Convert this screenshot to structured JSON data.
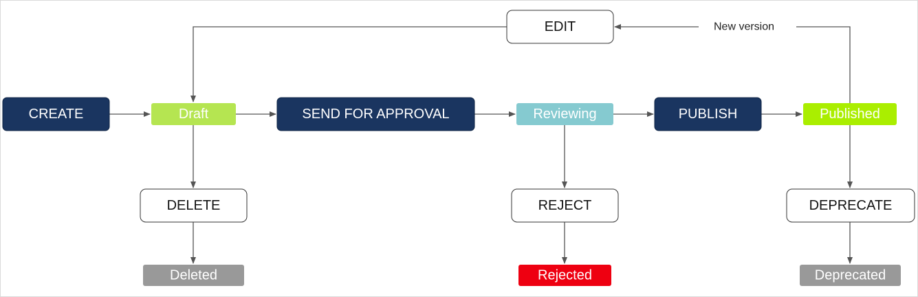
{
  "nodes": {
    "create": {
      "label": "CREATE"
    },
    "draft": {
      "label": "Draft",
      "color": "#b5e551"
    },
    "send_for_approval": {
      "label": "SEND FOR APPROVAL"
    },
    "reviewing": {
      "label": "Reviewing",
      "color": "#85cad0"
    },
    "publish": {
      "label": "PUBLISH"
    },
    "published": {
      "label": "Published",
      "color": "#aaee00"
    },
    "edit": {
      "label": "EDIT"
    },
    "delete": {
      "label": "DELETE"
    },
    "reject": {
      "label": "REJECT"
    },
    "deprecate": {
      "label": "DEPRECATE"
    },
    "deleted": {
      "label": "Deleted",
      "color": "#999999"
    },
    "rejected": {
      "label": "Rejected",
      "color": "#ee0011"
    },
    "deprecated": {
      "label": "Deprecated",
      "color": "#999999"
    }
  },
  "edges": [
    {
      "from": "create",
      "to": "draft"
    },
    {
      "from": "draft",
      "to": "send_for_approval"
    },
    {
      "from": "send_for_approval",
      "to": "reviewing"
    },
    {
      "from": "reviewing",
      "to": "publish"
    },
    {
      "from": "publish",
      "to": "published"
    },
    {
      "from": "draft",
      "to": "delete"
    },
    {
      "from": "delete",
      "to": "deleted"
    },
    {
      "from": "reviewing",
      "to": "reject"
    },
    {
      "from": "reject",
      "to": "rejected"
    },
    {
      "from": "published",
      "to": "deprecate"
    },
    {
      "from": "deprecate",
      "to": "deprecated"
    },
    {
      "from": "published",
      "to": "edit",
      "label": "New version"
    },
    {
      "from": "edit",
      "to": "draft"
    }
  ],
  "colors": {
    "action": "#1a3560",
    "edge": "#555555"
  }
}
